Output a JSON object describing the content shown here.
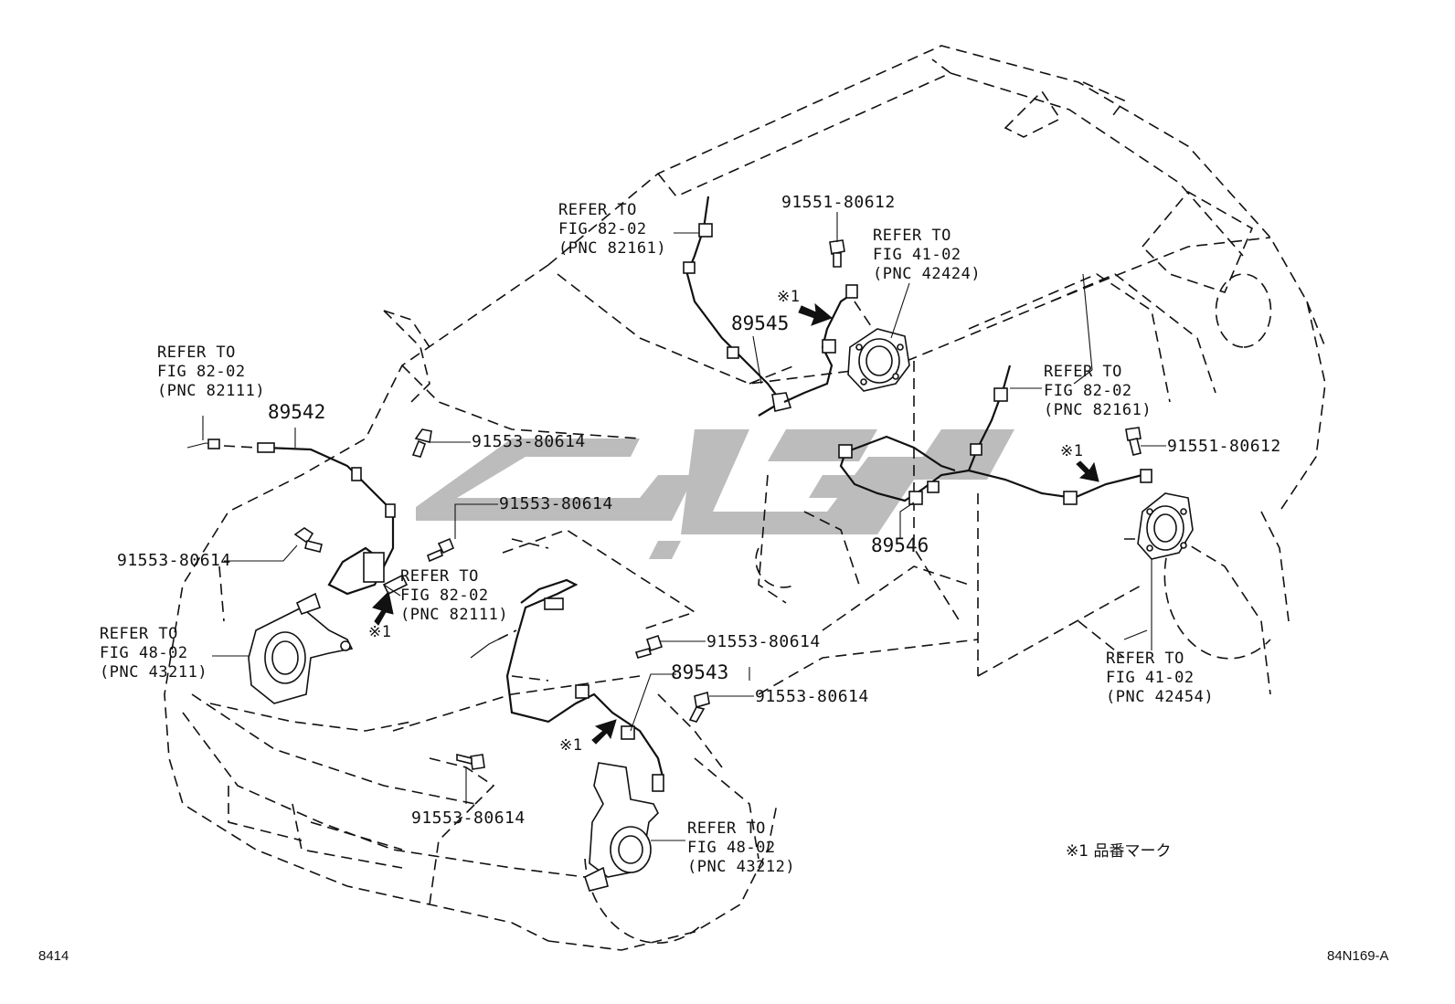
{
  "diagram": {
    "figure_code": "8414",
    "drawing_code": "84N169-A",
    "watermark_color": "#b5b5b5",
    "line_color": "#111111",
    "legend_note": "※1 品番マーク",
    "callouts": [
      {
        "text": "REFER TO\nFIG 82-02\n(PNC 82111)"
      },
      {
        "text": "89542"
      },
      {
        "text": "91553-80614"
      },
      {
        "text": "91553-80614"
      },
      {
        "text": "91553-80614"
      },
      {
        "text": "REFER TO\nFIG 82-02\n(PNC 82111)"
      },
      {
        "text": "※1"
      },
      {
        "text": "REFER TO\nFIG 48-02\n(PNC 43211)"
      },
      {
        "text": "REFER TO\nFIG 82-02\n(PNC 82161)"
      },
      {
        "text": "91551-80612"
      },
      {
        "text": "REFER TO\nFIG 41-02\n(PNC 42424)"
      },
      {
        "text": "※1"
      },
      {
        "text": "89545"
      },
      {
        "text": "REFER TO\nFIG 82-02\n(PNC 82161)"
      },
      {
        "text": "※1"
      },
      {
        "text": "91551-80612"
      },
      {
        "text": "89546"
      },
      {
        "text": "REFER TO\nFIG 41-02\n(PNC 42454)"
      },
      {
        "text": "91553-80614"
      },
      {
        "text": "89543"
      },
      {
        "text": "91553-80614"
      },
      {
        "text": "※1"
      },
      {
        "text": "91553-80614"
      },
      {
        "text": "REFER TO\nFIG 48-02\n(PNC 43212)"
      }
    ]
  }
}
